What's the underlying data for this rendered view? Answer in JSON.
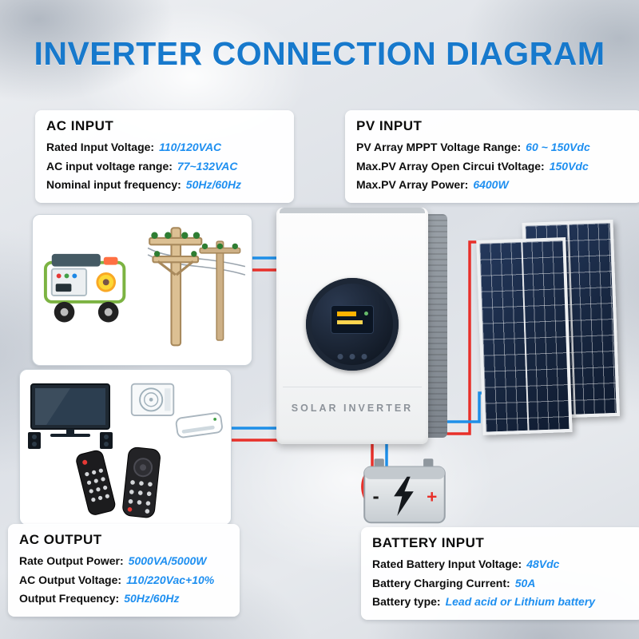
{
  "title": "INVERTER CONNECTION DIAGRAM",
  "inverter": {
    "label": "SOLAR INVERTER"
  },
  "battery": {
    "minus": "-",
    "plus": "+"
  },
  "sections": {
    "ac_input": {
      "heading": "AC INPUT",
      "rows": [
        {
          "label": "Rated Input Voltage:",
          "value": "110/120VAC"
        },
        {
          "label": "AC input voltage range:",
          "value": "77~132VAC"
        },
        {
          "label": "Nominal input frequency:",
          "value": "50Hz/60Hz"
        }
      ]
    },
    "pv_input": {
      "heading": "PV INPUT",
      "rows": [
        {
          "label": "PV Array MPPT Voltage Range:",
          "value": "60 ~ 150Vdc"
        },
        {
          "label": "Max.PV Array Open Circui tVoltage:",
          "value": "150Vdc"
        },
        {
          "label": "Max.PV Array Power:",
          "value": "6400W"
        }
      ]
    },
    "ac_output": {
      "heading": "AC OUTPUT",
      "rows": [
        {
          "label": "Rate Output Power:",
          "value": "5000VA/5000W"
        },
        {
          "label": "AC Output Voltage:",
          "value": "110/220Vac+10%"
        },
        {
          "label": "Output Frequency:",
          "value": "50Hz/60Hz"
        }
      ]
    },
    "battery_input": {
      "heading": "BATTERY INPUT",
      "rows": [
        {
          "label": "Rated Battery Input Voltage:",
          "value": "48Vdc"
        },
        {
          "label": "Battery Charging Current:",
          "value": "50A"
        },
        {
          "label": "Battery type:",
          "value": "Lead acid or Lithium battery"
        }
      ]
    }
  },
  "colors": {
    "title_blue": "#1779cc",
    "value_blue": "#1e8ff0",
    "wire_red": "#e8302a",
    "wire_blue": "#1e8fe8",
    "panel_navy": "#17263f"
  },
  "illustrations": [
    "generator",
    "utility-pole",
    "tv",
    "air-conditioner",
    "remote-controls",
    "solar-inverter",
    "solar-panels",
    "battery",
    "lightning-bolt"
  ]
}
